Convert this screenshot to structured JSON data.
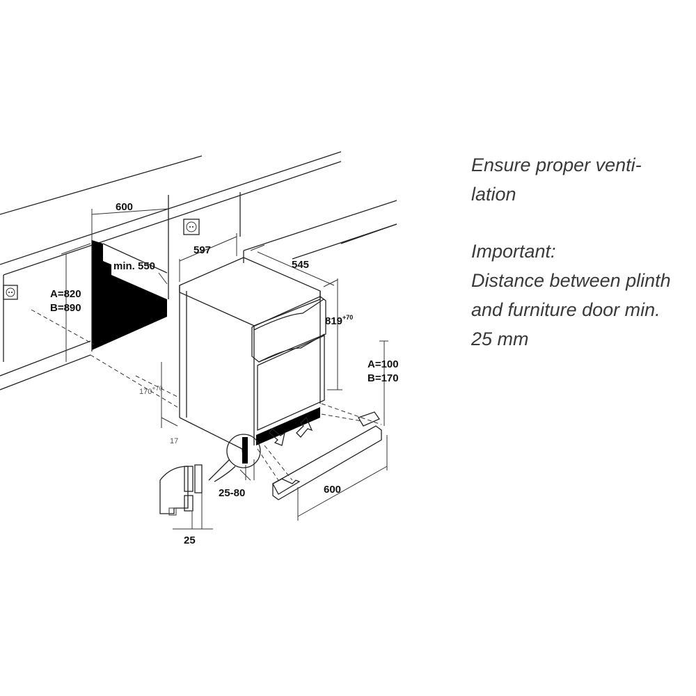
{
  "notes": {
    "ventilation": [
      "Ensure proper venti-",
      "lation"
    ],
    "important": [
      "Important:",
      "Distance between plinth",
      "and furniture door min.",
      "25 mm"
    ]
  },
  "dimensions": {
    "niche_width": "600",
    "niche_depth": "min. 550",
    "niche_height_a": "A=820",
    "niche_height_b": "B=890",
    "appliance_width": "597",
    "appliance_depth": "545",
    "appliance_height": "819",
    "appliance_height_sup": "+70",
    "plinth_a": "A=100",
    "plinth_b": "B=170",
    "plinth_length": "600",
    "offset_height": "170",
    "offset_height_sup": "+70",
    "offset_17": "17",
    "gap_range": "25-80",
    "detail_gap": "25"
  }
}
